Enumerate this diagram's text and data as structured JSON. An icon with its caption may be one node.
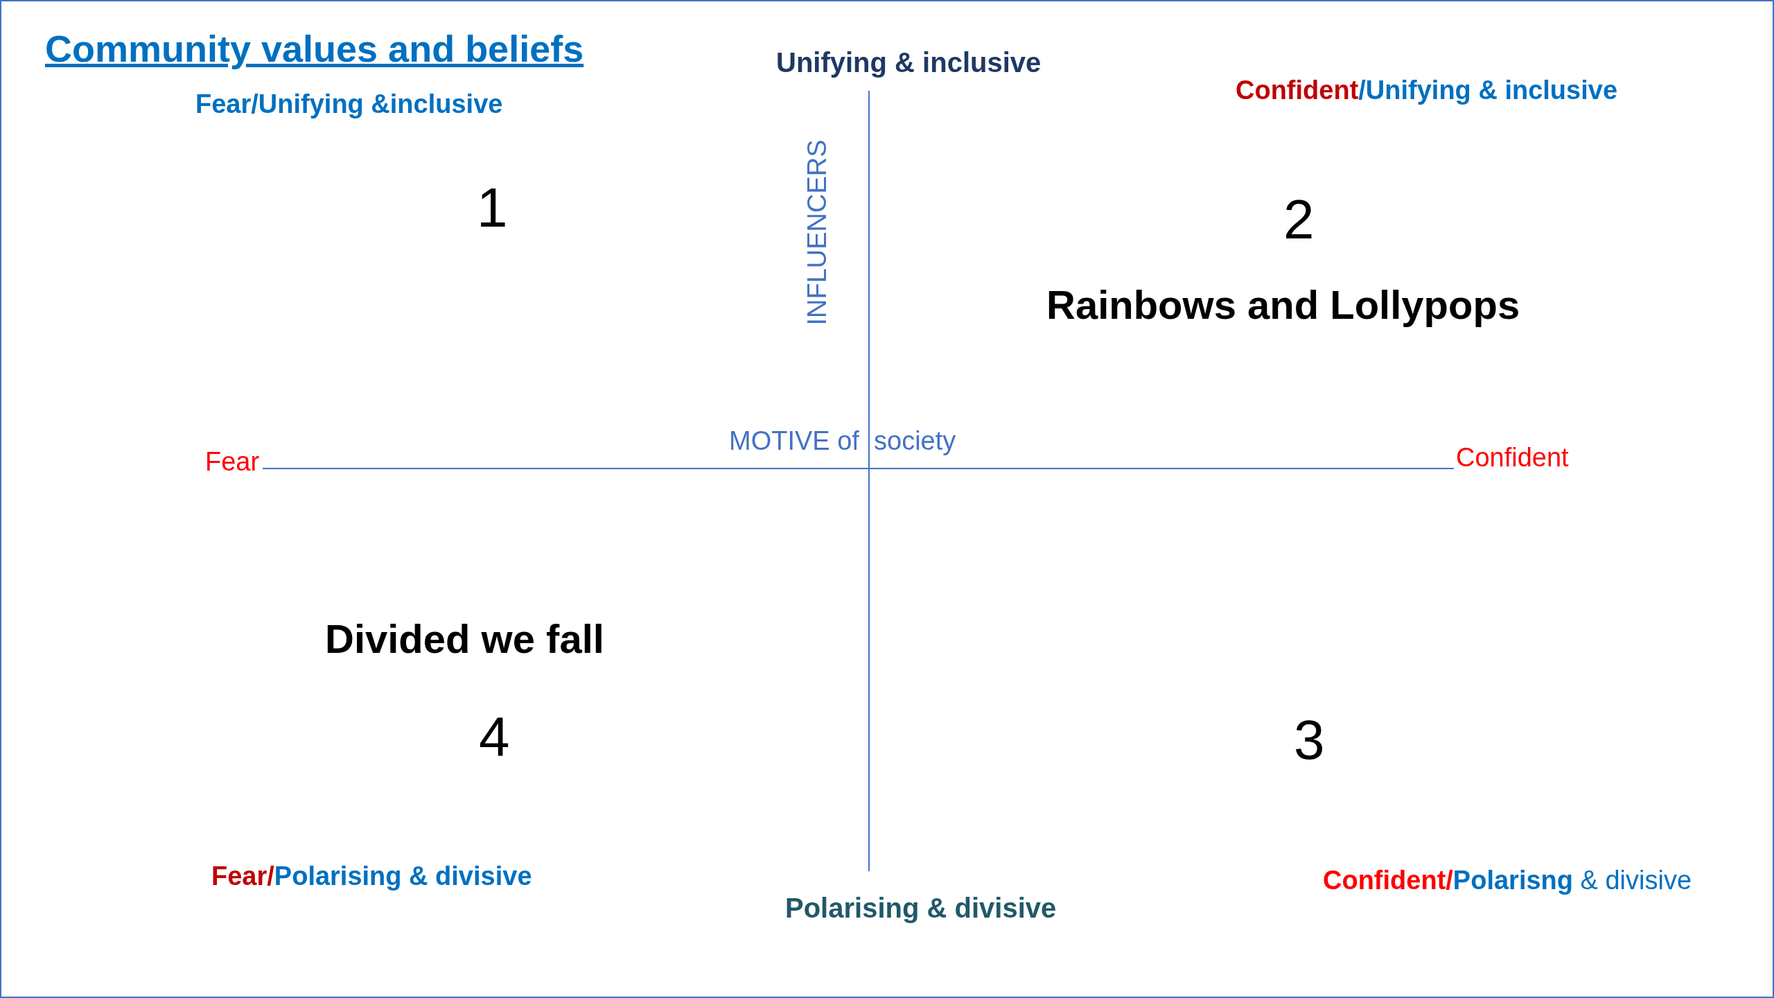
{
  "diagram": {
    "title": "Community values and beliefs",
    "labels": [
      "Unifying & inclusive",
      "Fear/Unifying &inclusive",
      "Confident",
      "/Unifying & inclusive",
      "1",
      "INFLUENCERS",
      "2",
      "Rainbows and Lollypops",
      "MOTIVE of  society",
      "Fear",
      "Confident",
      "Divided we fall",
      "4",
      "3",
      "Fear/",
      "Polarising & divisive",
      "Polarising & divisive",
      "Confident/",
      "**Polarisng** & divisive"
    ]
  }
}
